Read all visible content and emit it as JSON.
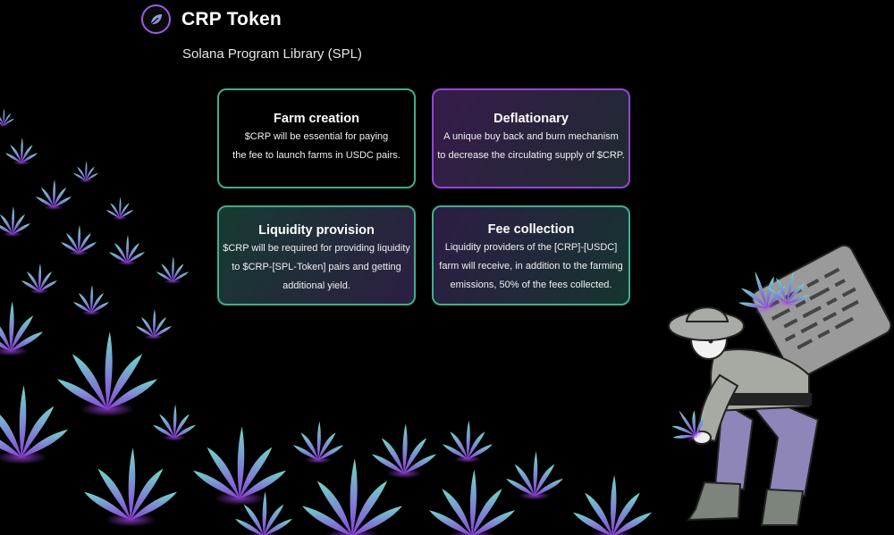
{
  "header": {
    "logo_icon": "leaf-icon",
    "title": "CRP Token",
    "subtitle": "Solana Program Library (SPL)"
  },
  "cards": [
    {
      "title": "Farm creation",
      "lines": [
        "$CRP will be essential for paying",
        "the fee to launch farms in USDC pairs."
      ]
    },
    {
      "title": "Deflationary",
      "lines": [
        "A unique buy back and burn mechanism",
        "to decrease the circulating supply of $CRP."
      ]
    },
    {
      "title": "Liquidity provision",
      "lines": [
        "$CRP will be required for providing liquidity",
        "to $CRP-[SPL-Token] pairs and getting",
        "additional yield."
      ]
    },
    {
      "title": "Fee collection",
      "lines": [
        "Liquidity providers of the [CRP]-[USDC]",
        "farm will receive, in addition to the farming",
        "emissions, 50% of the fees collected."
      ]
    }
  ],
  "colors": {
    "background": "#000000",
    "accent_green": "#3fae8d",
    "accent_purple": "#9446d6",
    "plant_top": "#5fd3c0",
    "plant_bottom": "#8a3fd9"
  },
  "illustration": {
    "plants_icon": "glowing-plants",
    "farmer_icon": "farmer-with-basket"
  }
}
